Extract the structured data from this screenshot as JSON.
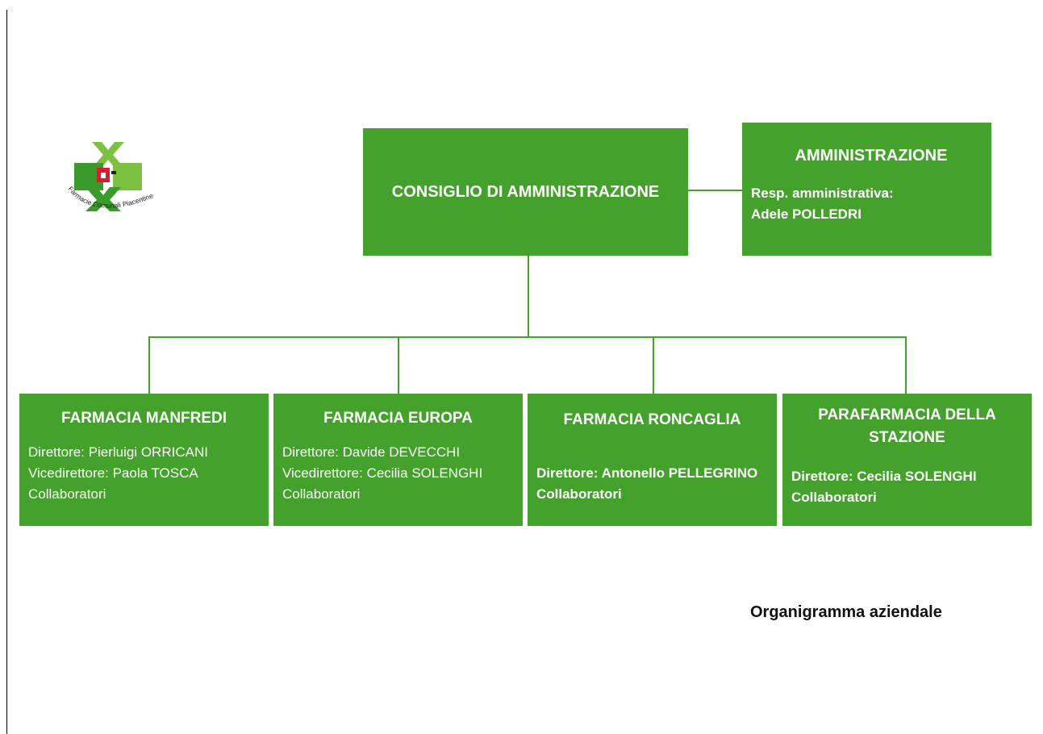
{
  "logo": {
    "text": "Farmacie Comunali Piacentine"
  },
  "board": {
    "title": "CONSIGLIO DI AMMINISTRAZIONE"
  },
  "administration": {
    "title": "AMMINISTRAZIONE",
    "line1": "Resp. amministrativa:",
    "line2": "Adele POLLEDRI"
  },
  "units": [
    {
      "title": "FARMACIA MANFREDI",
      "line1": "Direttore: Pierluigi ORRICANI",
      "line2": "Vicedirettore: Paola TOSCA",
      "line3": "Collaboratori"
    },
    {
      "title": "FARMACIA EUROPA",
      "line1": "Direttore: Davide DEVECCHI",
      "line2": "Vicedirettore: Cecilia SOLENGHI",
      "line3": "Collaboratori"
    },
    {
      "title": "FARMACIA RONCAGLIA",
      "line1": "Direttore: Antonello PELLEGRINO",
      "line2": "Collaboratori"
    },
    {
      "title_line1": "PARAFARMACIA DELLA",
      "title_line2": "STAZIONE",
      "line1": "Direttore: Cecilia SOLENGHI",
      "line2": "Collaboratori"
    }
  ],
  "caption": "Organigramma aziendale",
  "colors": {
    "box_fill": "#44a12b",
    "logo_light_green": "#7cc142",
    "logo_dark_green": "#3a9b2c",
    "logo_red": "#d81e2c"
  }
}
